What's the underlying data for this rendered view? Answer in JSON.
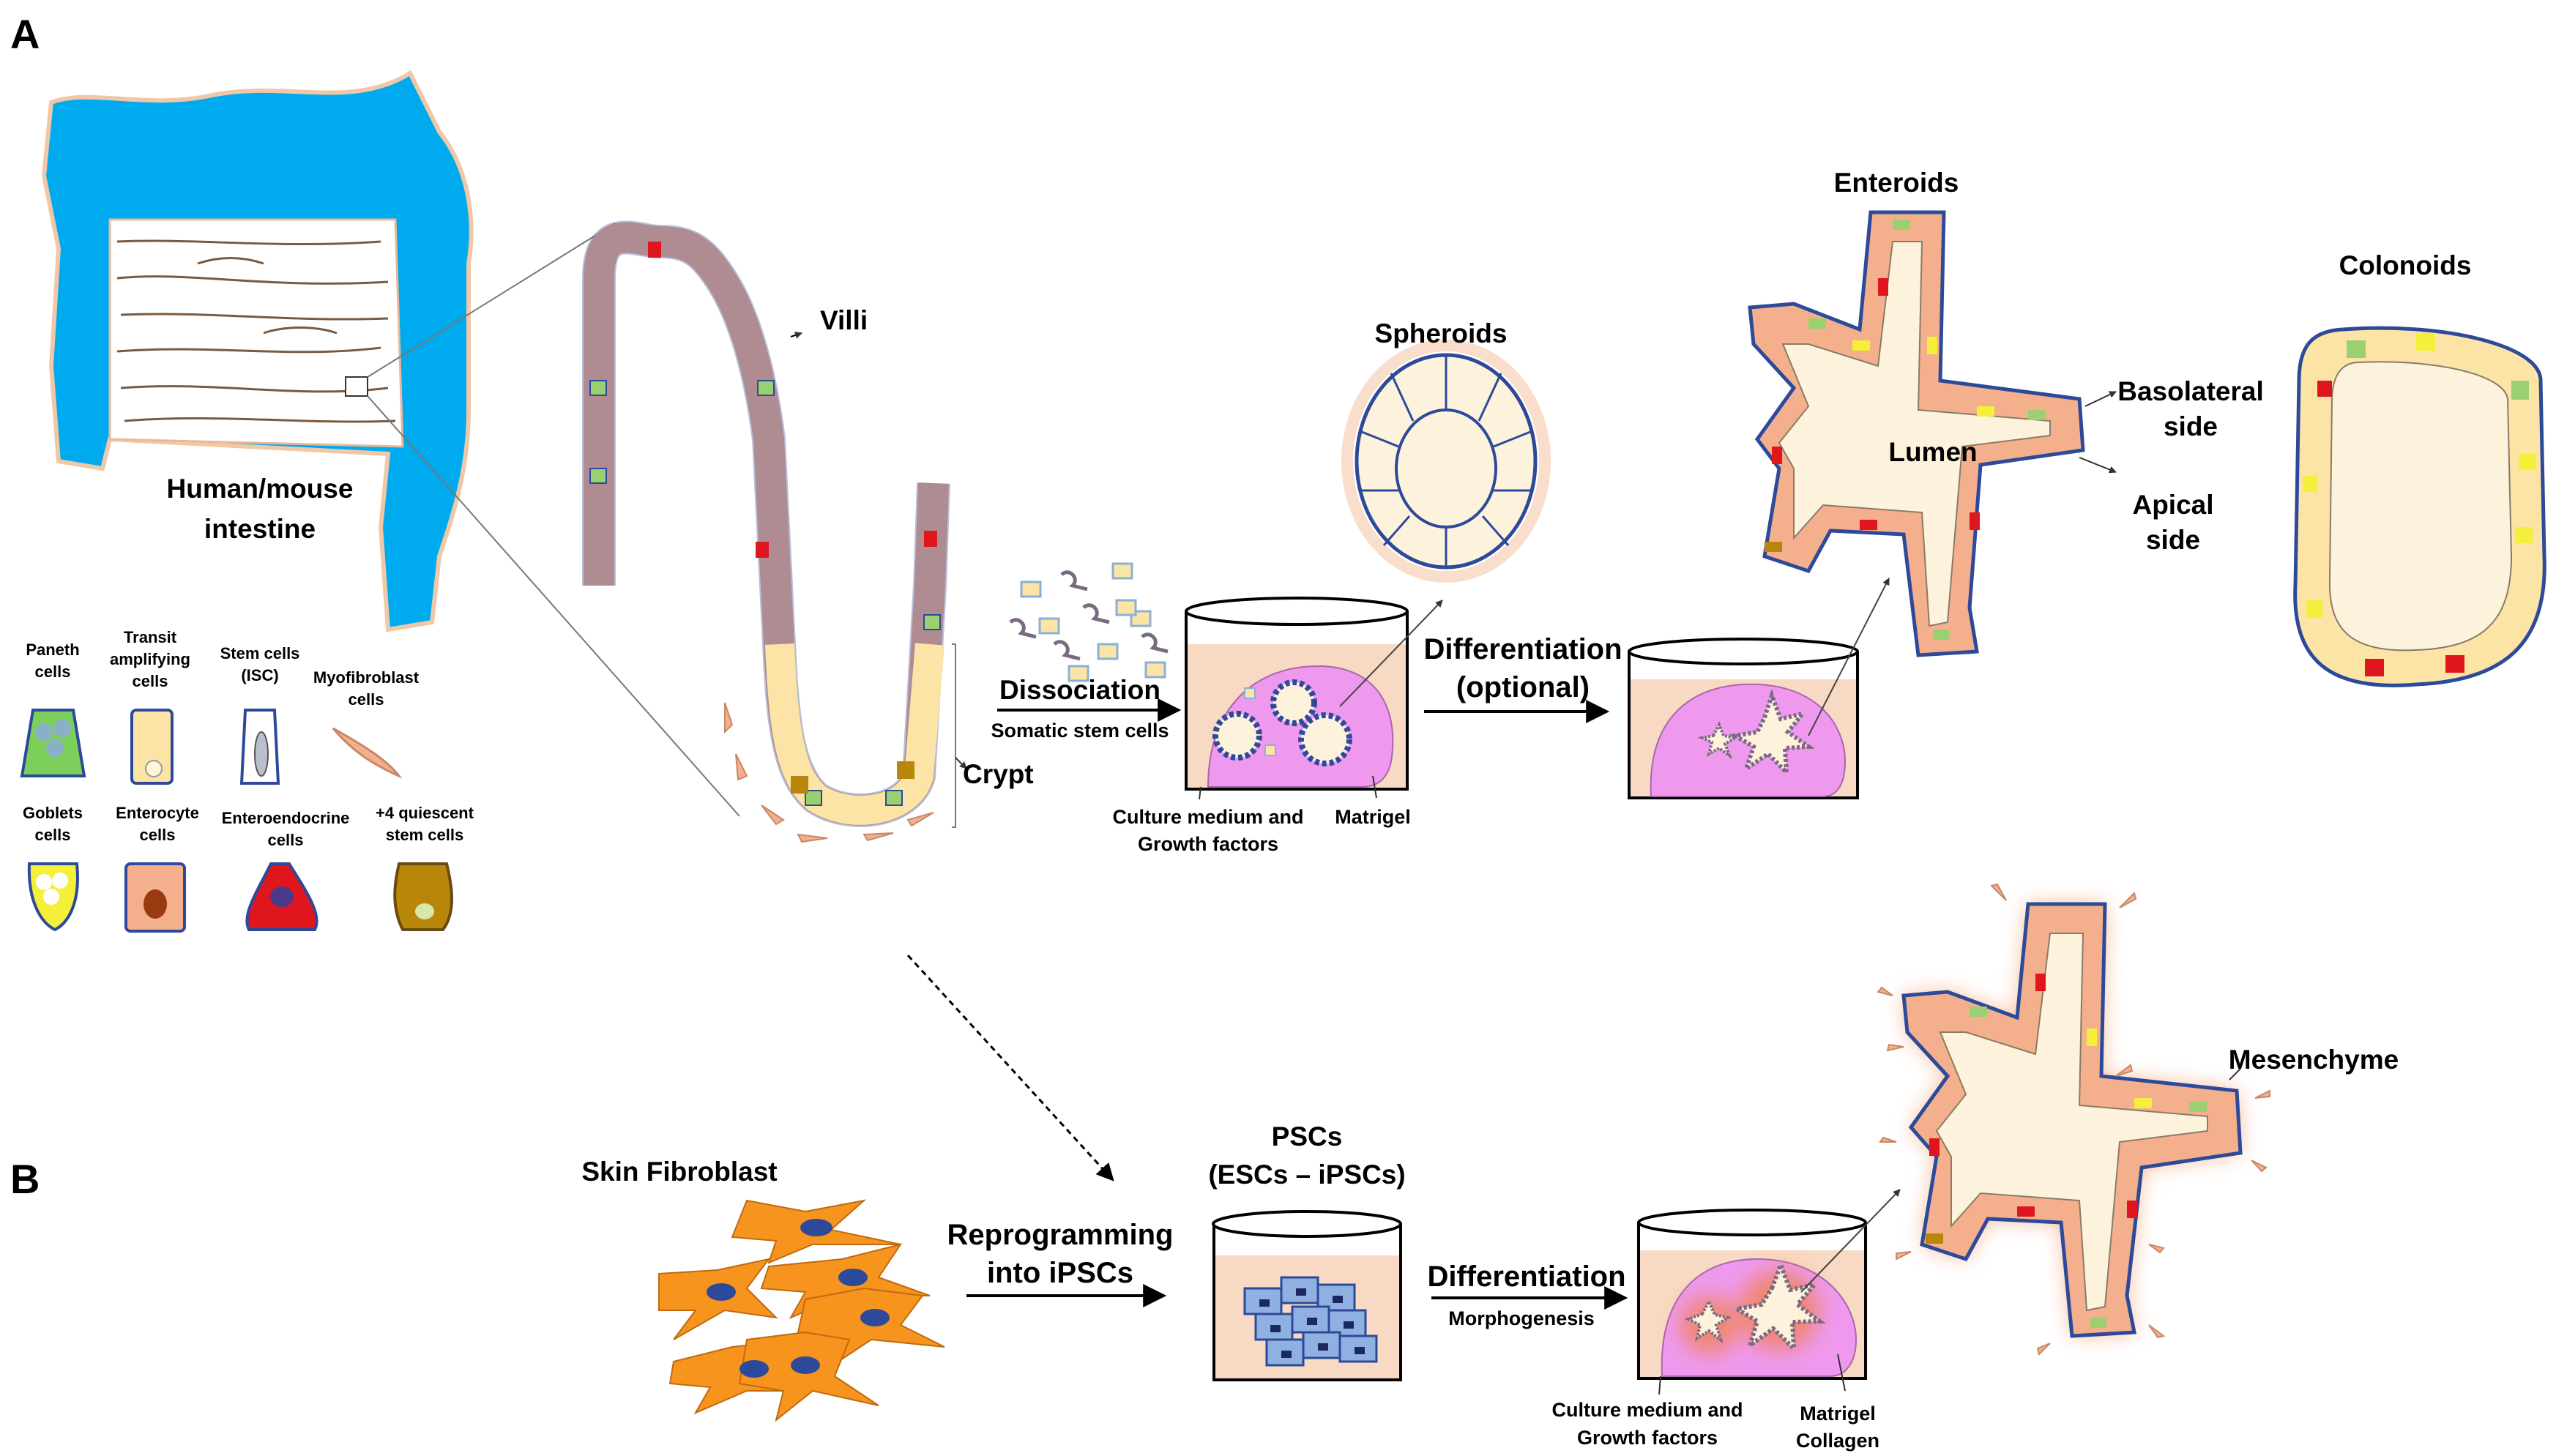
{
  "panels": {
    "a": "A",
    "b": "B"
  },
  "panel_a": {
    "intestine_label": [
      "Human/mouse",
      "intestine"
    ],
    "villi": "Villi",
    "crypt": "Crypt",
    "dissociation": "Dissociation",
    "somatic_stem_cells": "Somatic stem cells",
    "culture_medium": [
      "Culture medium and",
      "Growth factors"
    ],
    "matrigel": "Matrigel",
    "spheroids": "Spheroids",
    "differentiation_optional": [
      "Differentiation",
      "(optional)"
    ],
    "enteroids": "Enteroids",
    "lumen": "Lumen",
    "basolateral": [
      "Basolateral",
      "side"
    ],
    "apical": [
      "Apical",
      "side"
    ],
    "colonoids": "Colonoids"
  },
  "legend": {
    "paneth": [
      "Paneth",
      "cells"
    ],
    "transit": [
      "Transit",
      "amplifying",
      "cells"
    ],
    "stem": [
      "Stem cells",
      "(ISC)"
    ],
    "myofibroblast": [
      "Myofibroblast",
      "cells"
    ],
    "goblets": [
      "Goblets",
      "cells"
    ],
    "enterocyte": [
      "Enterocyte",
      "cells"
    ],
    "enteroendocrine": [
      "Enteroendocrine",
      "cells"
    ],
    "quiescent": [
      "+4 quiescent",
      "stem cells"
    ]
  },
  "panel_b": {
    "skin_fibroblast": "Skin Fibroblast",
    "reprogramming": [
      "Reprogramming",
      "into iPSCs"
    ],
    "pscs": [
      "PSCs",
      "(ESCs – iPSCs)"
    ],
    "differentiation": "Differentiation",
    "morphogenesis": "Morphogenesis",
    "culture_medium": [
      "Culture medium and",
      "Growth factors"
    ],
    "matrigel_collagen": [
      "Matrigel",
      "Collagen"
    ],
    "mesenchyme": "Mesenchyme"
  },
  "colors": {
    "intestine_blue": "#00aaee",
    "enterocyte": "#f4b08c",
    "transit": "#fbe4a6",
    "paneth": "#e0161e",
    "goblet": "#f3ef3b",
    "matrigel": "#ee99ee",
    "medium": "#f8d9c4",
    "fibroblast": "#f7941d",
    "nucleus": "#2d4a9a",
    "psc": "#8fb0e0",
    "lumen": "#fdf3dc"
  }
}
